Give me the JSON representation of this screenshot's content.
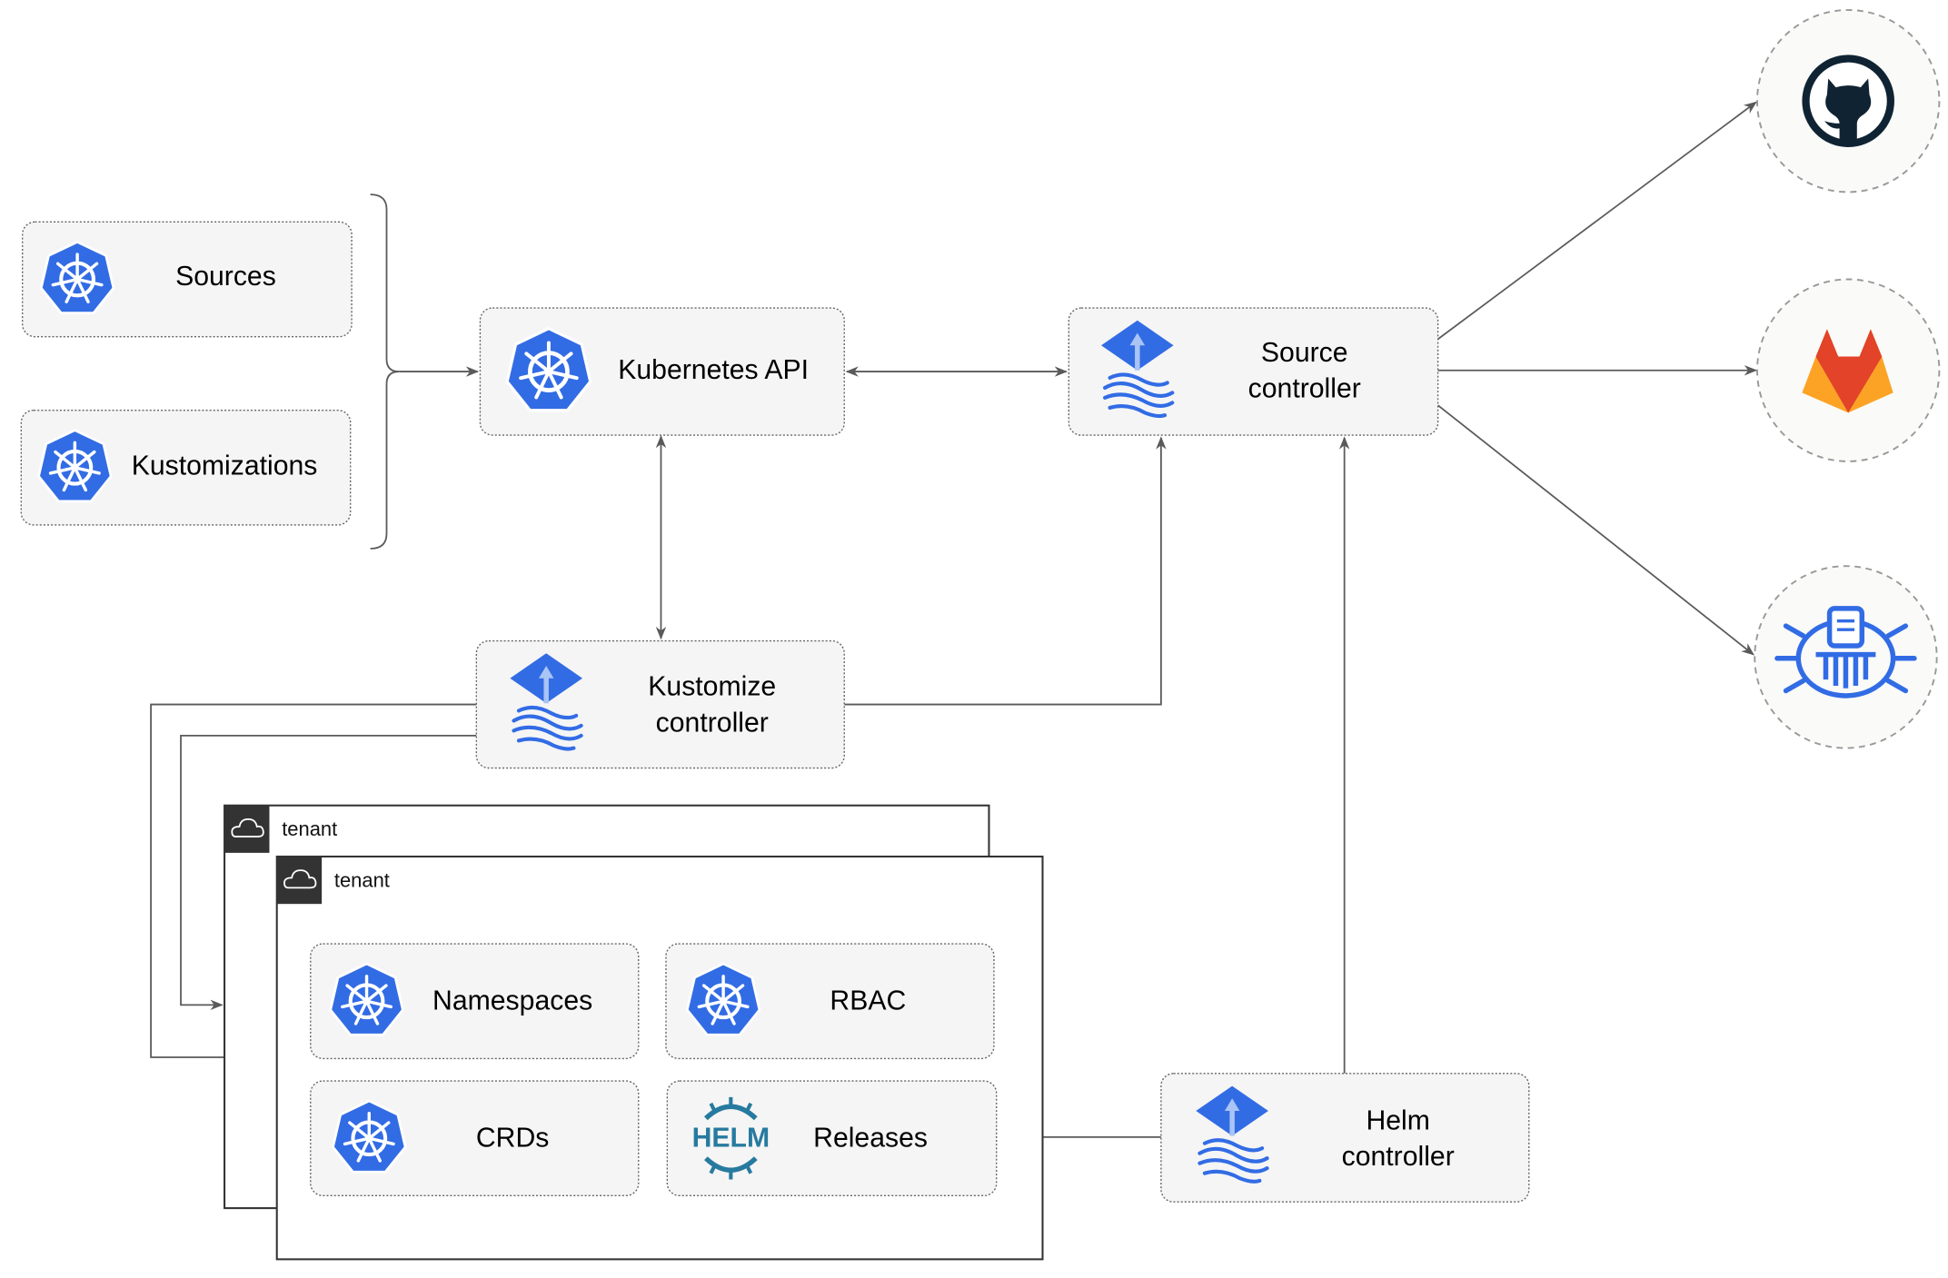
{
  "nodes": {
    "sources": "Sources",
    "kustomizations": "Kustomizations",
    "kubernetes_api": "Kubernetes API",
    "source_controller": [
      "Source",
      "controller"
    ],
    "kustomize_controller": [
      "Kustomize",
      "controller"
    ],
    "helm_controller": [
      "Helm",
      "controller"
    ],
    "namespaces": "Namespaces",
    "rbac": "RBAC",
    "crds": "CRDs",
    "releases": "Releases",
    "helm_logo_text": "HELM"
  },
  "tenants": [
    "tenant",
    "tenant"
  ],
  "external_sources": [
    "github-icon",
    "gitlab-icon",
    "bucket-icon"
  ],
  "colors": {
    "kubernetes_blue": "#326ce5",
    "flux_blue": "#326ce5",
    "helm_teal": "#277a9f",
    "github_dark": "#0f2333",
    "gitlab_orange": "#e24329",
    "gitlab_light": "#fca326",
    "edge_gray": "#5a5a5a"
  }
}
